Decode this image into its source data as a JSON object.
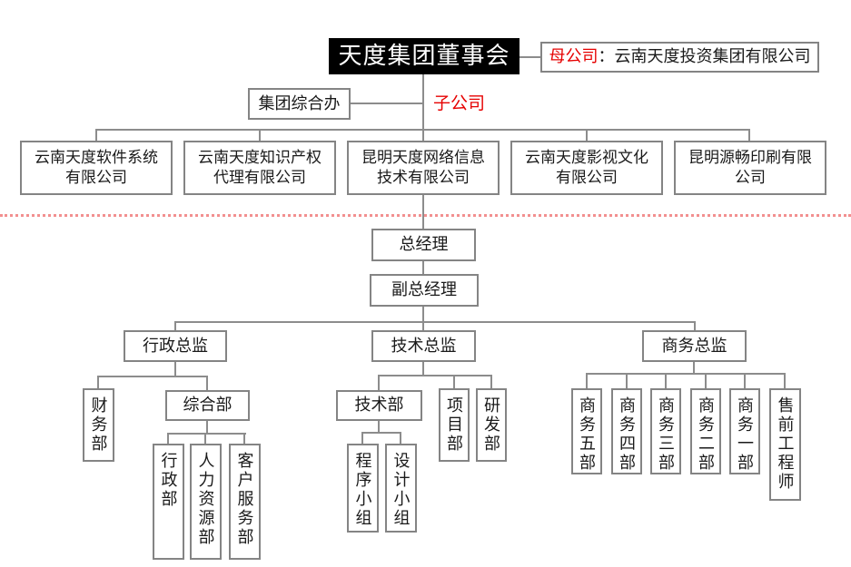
{
  "org": {
    "board": "天度集团董事会",
    "parent_company": {
      "label": "母公司",
      "rest": "：云南天度投资集团有限公司"
    },
    "group_office": "集团综合办",
    "subsidiary_label": "子公司",
    "companies": [
      "云南天度软件系统\n有限公司",
      "云南天度知识产权\n代理有限公司",
      "昆明天度网络信息\n技术有限公司",
      "云南天度影视文化\n有限公司",
      "昆明源畅印刷有限\n公司"
    ],
    "general_manager": "总经理",
    "deputy_general_manager": "副总经理",
    "directors": {
      "admin": "行政总监",
      "tech": "技术总监",
      "business": "商务总监"
    },
    "admin_branch": {
      "finance": "财务部",
      "general_dept": "综合部",
      "subs": [
        "行政部",
        "人力资源部",
        "客户服务部"
      ]
    },
    "tech_branch": {
      "tech_dept": "技术部",
      "project_dept": "项目部",
      "rnd_dept": "研发部",
      "subs": [
        "程序小组",
        "设计小组"
      ]
    },
    "business_branch": {
      "subs": [
        "商务五部",
        "商务四部",
        "商务三部",
        "商务二部",
        "商务一部",
        "售前工程师"
      ]
    },
    "colors": {
      "accent_red": "#e60000",
      "divider_pink": "#f29090",
      "line_gray": "#8c8c8c",
      "box_border_gray": "#848484"
    }
  }
}
